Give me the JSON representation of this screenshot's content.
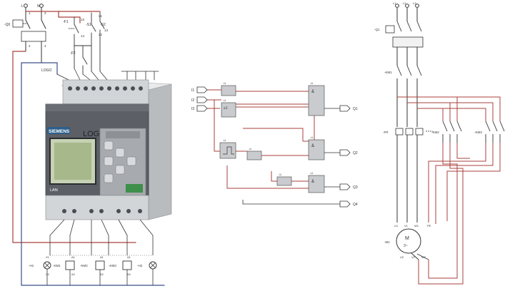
{
  "left_circuit": {
    "top_terminals": [
      "L",
      "N"
    ],
    "top_pin_numbers": [
      "1",
      "3",
      "2",
      "4"
    ],
    "breaker_label": "-Q0",
    "breaker_pins": [
      "1",
      "3",
      "2",
      "4"
    ],
    "switch_labels": [
      "-F1",
      "-S1",
      "-S2"
    ],
    "switch_pins": [
      "13",
      "14",
      "21",
      "22",
      "13",
      "14"
    ],
    "f2_label": "-F2",
    "logo_label": "LOGO",
    "logo_brand": "SIEMENS",
    "logo_model": "LOGO!",
    "logo_port": "LAN",
    "bottom_devices": [
      "-H1",
      "-KM1",
      "-KM2",
      "-KM3",
      "-H2"
    ],
    "coil_pins": [
      "A1",
      "A2"
    ],
    "lamp_pins": [
      "X1",
      "X2"
    ]
  },
  "fbd": {
    "inputs": [
      "I1",
      "I2",
      "I3"
    ],
    "block_header": "-U",
    "outputs": [
      "Q1",
      "Q2",
      "Q3",
      "Q4"
    ],
    "and_symbol": "&",
    "logo_symbol": "≥1"
  },
  "right_circuit": {
    "top_phases": [
      "L1",
      "L2",
      "L3"
    ],
    "qm_label": "-Q1",
    "km1_label": "-KM1",
    "km2_label": "-KM2",
    "km3_label": "-KM3",
    "overload_label": "-FR",
    "motor_label": "-M1",
    "motor_center": "M",
    "motor_phase_symbol": "3~",
    "motor_terminals": [
      "U1",
      "V1",
      "W1",
      "U2",
      "V2",
      "W2"
    ],
    "pe_label": "PE"
  },
  "colors": {
    "wire_red": "#a8413b",
    "wire_blue": "#3a4f8a",
    "wire_black": "#333333",
    "logo_body": "#d9dcdf",
    "logo_dark": "#5c6066",
    "logo_lcd": "#a7b98b",
    "fbd_block": "#c9cbce"
  }
}
